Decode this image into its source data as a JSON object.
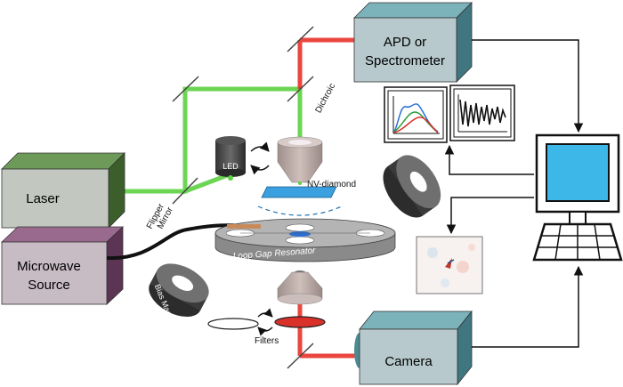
{
  "labels": {
    "apd_line1": "APD or",
    "apd_line2": "Spectrometer",
    "dichroic": "Dichroic",
    "laser": "Laser",
    "flipper_line1": "Flipper",
    "flipper_line2": "Mirror",
    "led": "LED",
    "nv_diamond": "NV-diamond",
    "microwave_line1": "Microwave",
    "microwave_line2": "Source",
    "loop_gap": "Loop Gap Resonator",
    "bias_magnets": "Bias Magnets",
    "filters": "Filters",
    "camera": "Camera"
  },
  "colors": {
    "laser_green": "#5dd142",
    "signal_red": "#e8332a",
    "apd_box": "#4f8d97",
    "laser_box": "#4e7a3b",
    "microwave_box": "#7a4d6f",
    "camera_box": "#4f8d97",
    "screen": "#3db6e8"
  }
}
